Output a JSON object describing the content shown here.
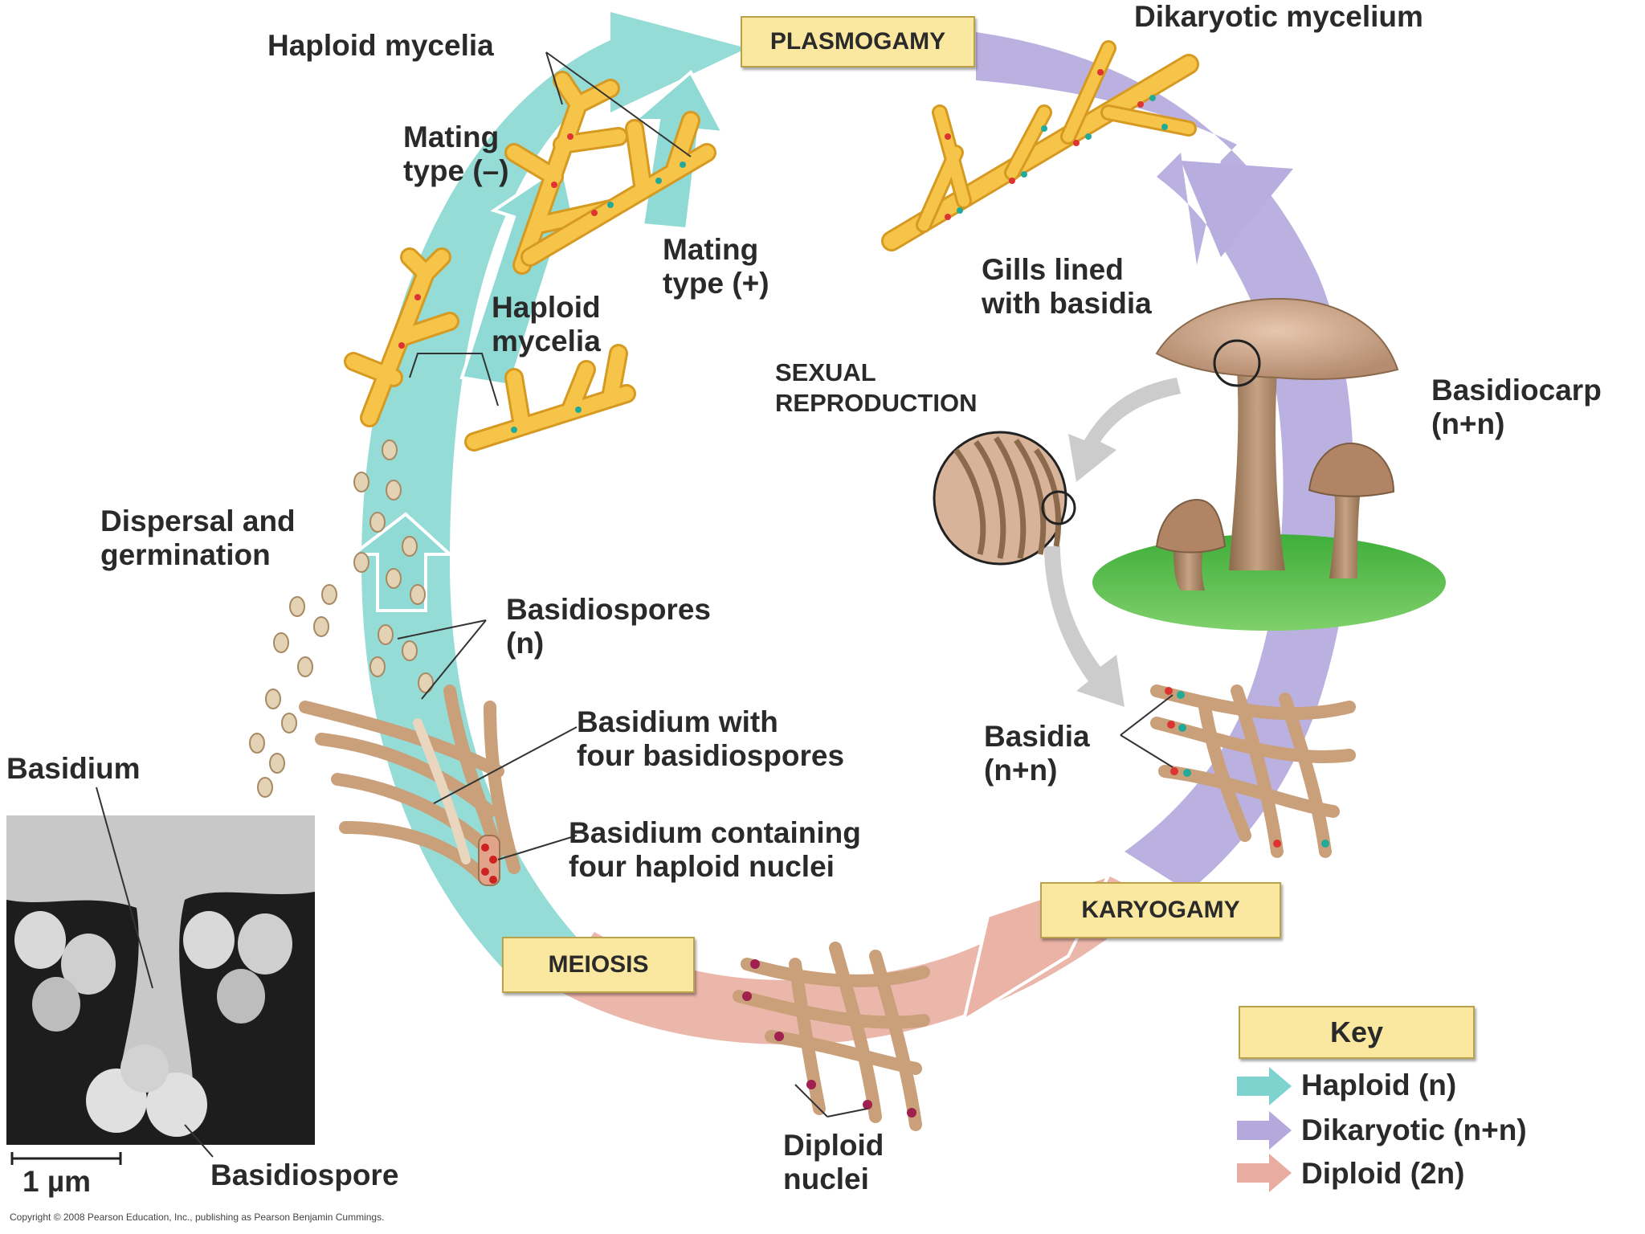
{
  "stages": {
    "plasmogamy": "PLASMOGAMY",
    "karyogamy": "KARYOGAMY",
    "meiosis": "MEIOSIS",
    "sexual_reproduction": [
      "SEXUAL",
      "REPRODUCTION"
    ]
  },
  "labels": {
    "dikaryotic_mycelium": "Dikaryotic mycelium",
    "haploid_mycelia_top": "Haploid mycelia",
    "mating_type_minus": [
      "Mating",
      "type (–)"
    ],
    "mating_type_plus": [
      "Mating",
      "type (+)"
    ],
    "haploid_mycelia_mid": [
      "Haploid",
      "mycelia"
    ],
    "gills": [
      "Gills lined",
      "with basidia"
    ],
    "basidiocarp": [
      "Basidiocarp",
      "(n+n)"
    ],
    "dispersal": [
      "Dispersal and",
      "germination"
    ],
    "basidiospores": [
      "Basidiospores",
      "(n)"
    ],
    "basidium_four_spores": [
      "Basidium with",
      "four basidiospores"
    ],
    "basidium_four_nuclei": [
      "Basidium containing",
      "four haploid nuclei"
    ],
    "basidia": [
      "Basidia",
      "(n+n)"
    ],
    "basidium": "Basidium",
    "basidiospore": "Basidiospore",
    "scale_bar": "1 µm",
    "diploid_nuclei": [
      "Diploid",
      "nuclei"
    ]
  },
  "key": {
    "title": "Key",
    "items": [
      {
        "label": "Haploid (n)",
        "color": "#7fd3cf"
      },
      {
        "label": "Dikaryotic (n+n)",
        "color": "#b4a8dc"
      },
      {
        "label": "Diploid (2n)",
        "color": "#e8aca0"
      }
    ]
  },
  "colors": {
    "haploid": "#8fdad4",
    "dikaryotic": "#b7addf",
    "diploid": "#ebb3a6",
    "label_box": "#fbe8a0"
  },
  "copyright": "Copyright © 2008 Pearson Education, Inc., publishing as Pearson Benjamin Cummings."
}
